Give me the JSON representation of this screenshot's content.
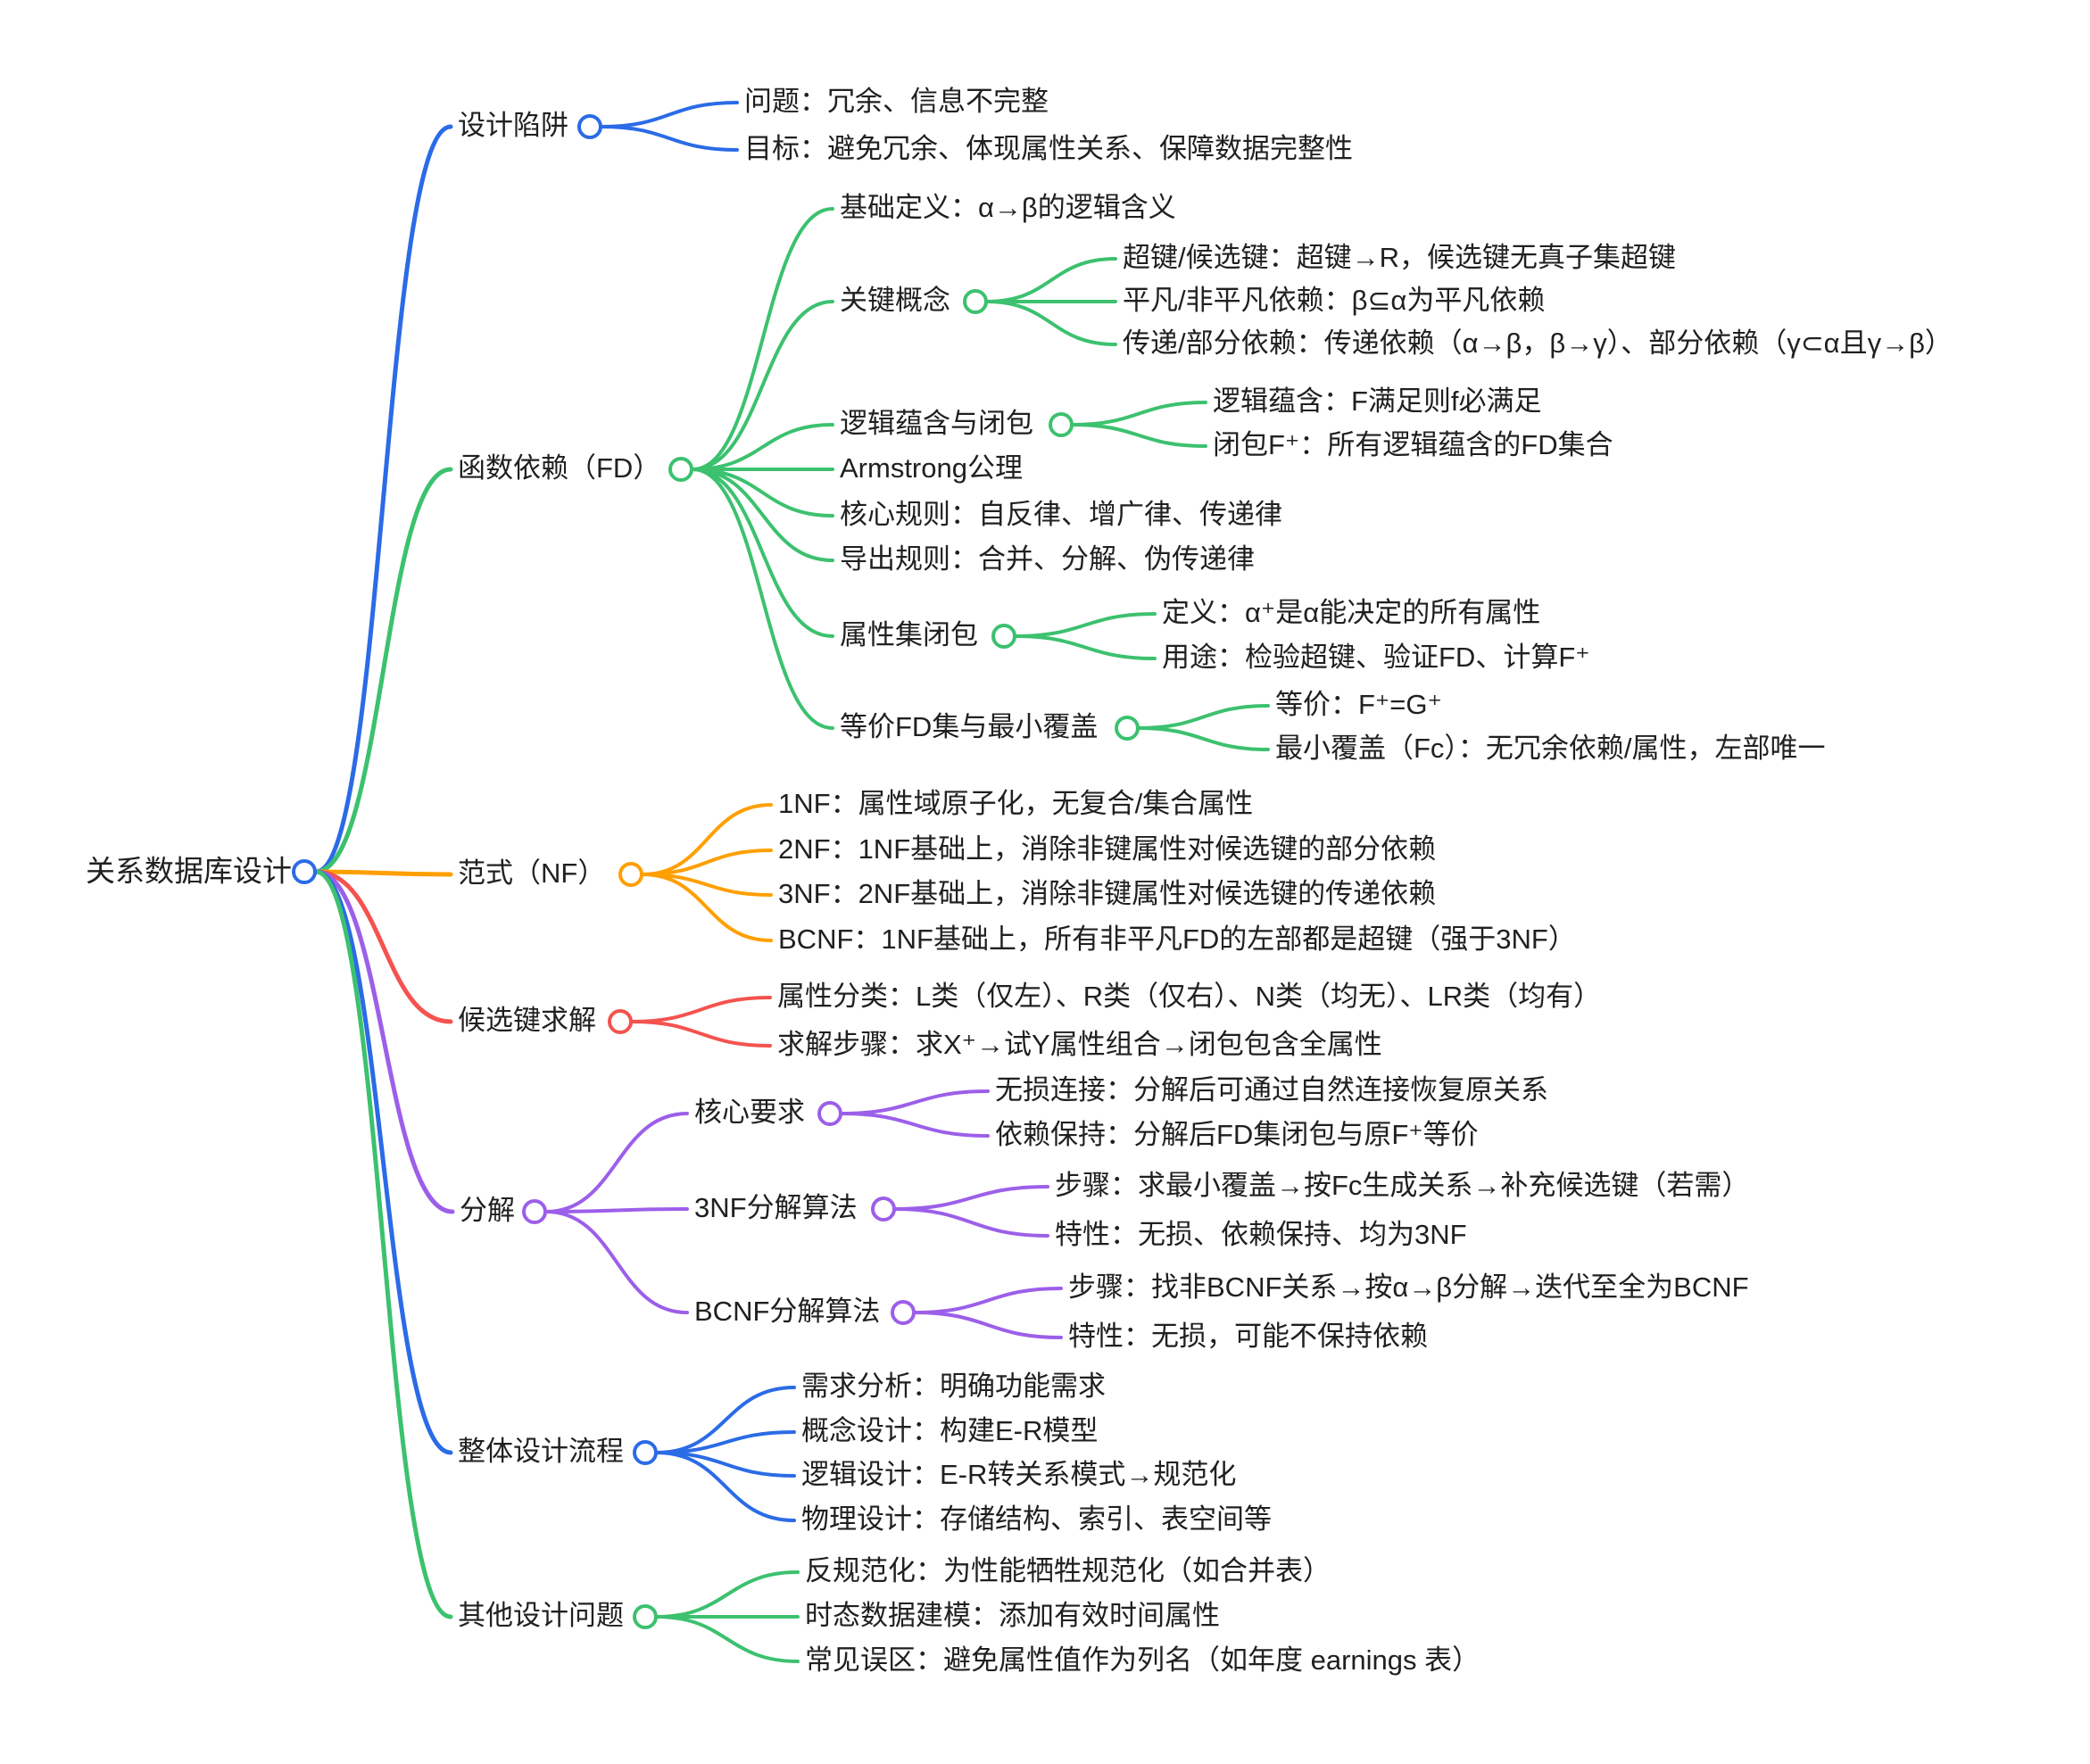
{
  "background": "#ffffff",
  "text_color": "#202020",
  "root_color": "#2b6be6",
  "tree": {
    "text": "关系数据库设计",
    "children": [
      {
        "text": "设计陷阱",
        "color": "#2b6be6",
        "children": [
          {
            "text": "问题：冗余、信息不完整"
          },
          {
            "text": "目标：避免冗余、体现属性关系、保障数据完整性"
          }
        ]
      },
      {
        "text": "函数依赖（FD）",
        "color": "#3cc16f",
        "children": [
          {
            "text": "基础定义：α→β的逻辑含义"
          },
          {
            "text": "关键概念",
            "children": [
              {
                "text": "超键/候选键：超键→R，候选键无真子集超键"
              },
              {
                "text": "平凡/非平凡依赖：β⊆α为平凡依赖"
              },
              {
                "text": "传递/部分依赖：传递依赖（α→β，β→γ）、部分依赖（γ⊂α且γ→β）"
              }
            ]
          },
          {
            "text": "逻辑蕴含与闭包",
            "children": [
              {
                "text": "逻辑蕴含：F满足则f必满足"
              },
              {
                "text": "闭包F⁺：所有逻辑蕴含的FD集合"
              }
            ]
          },
          {
            "text": "Armstrong公理"
          },
          {
            "text": "核心规则：自反律、增广律、传递律"
          },
          {
            "text": "导出规则：合并、分解、伪传递律"
          },
          {
            "text": "属性集闭包",
            "children": [
              {
                "text": "定义：α⁺是α能决定的所有属性"
              },
              {
                "text": "用途：检验超键、验证FD、计算F⁺"
              }
            ]
          },
          {
            "text": "等价FD集与最小覆盖",
            "children": [
              {
                "text": "等价：F⁺=G⁺"
              },
              {
                "text": "最小覆盖（Fc）：无冗余依赖/属性，左部唯一"
              }
            ]
          }
        ]
      },
      {
        "text": "范式（NF）",
        "color": "#ff9f00",
        "children": [
          {
            "text": "1NF：属性域原子化，无复合/集合属性"
          },
          {
            "text": "2NF：1NF基础上，消除非键属性对候选键的部分依赖"
          },
          {
            "text": "3NF：2NF基础上，消除非键属性对候选键的传递依赖"
          },
          {
            "text": "BCNF：1NF基础上，所有非平凡FD的左部都是超键（强于3NF）"
          }
        ]
      },
      {
        "text": "候选键求解",
        "color": "#f4534f",
        "children": [
          {
            "text": "属性分类：L类（仅左）、R类（仅右）、N类（均无）、LR类（均有）"
          },
          {
            "text": "求解步骤：求X⁺→试Y属性组合→闭包包含全属性"
          }
        ]
      },
      {
        "text": "分解",
        "color": "#9c5fe9",
        "children": [
          {
            "text": "核心要求",
            "children": [
              {
                "text": "无损连接：分解后可通过自然连接恢复原关系"
              },
              {
                "text": "依赖保持：分解后FD集闭包与原F⁺等价"
              }
            ]
          },
          {
            "text": "3NF分解算法",
            "children": [
              {
                "text": "步骤：求最小覆盖→按Fc生成关系→补充候选键（若需）"
              },
              {
                "text": "特性：无损、依赖保持、均为3NF"
              }
            ]
          },
          {
            "text": "BCNF分解算法",
            "children": [
              {
                "text": "步骤：找非BCNF关系→按α→β分解→迭代至全为BCNF"
              },
              {
                "text": "特性：无损，可能不保持依赖"
              }
            ]
          }
        ]
      },
      {
        "text": "整体设计流程",
        "color": "#2b6be6",
        "children": [
          {
            "text": "需求分析：明确功能需求"
          },
          {
            "text": "概念设计：构建E-R模型"
          },
          {
            "text": "逻辑设计：E-R转关系模式→规范化"
          },
          {
            "text": "物理设计：存储结构、索引、表空间等"
          }
        ]
      },
      {
        "text": "其他设计问题",
        "color": "#3cc16f",
        "children": [
          {
            "text": "反规范化：为性能牺牲规范化（如合并表）"
          },
          {
            "text": "时态数据建模：添加有效时间属性"
          },
          {
            "text": "常见误区：避免属性值作为列名（如年度 earnings 表）"
          }
        ]
      }
    ]
  }
}
